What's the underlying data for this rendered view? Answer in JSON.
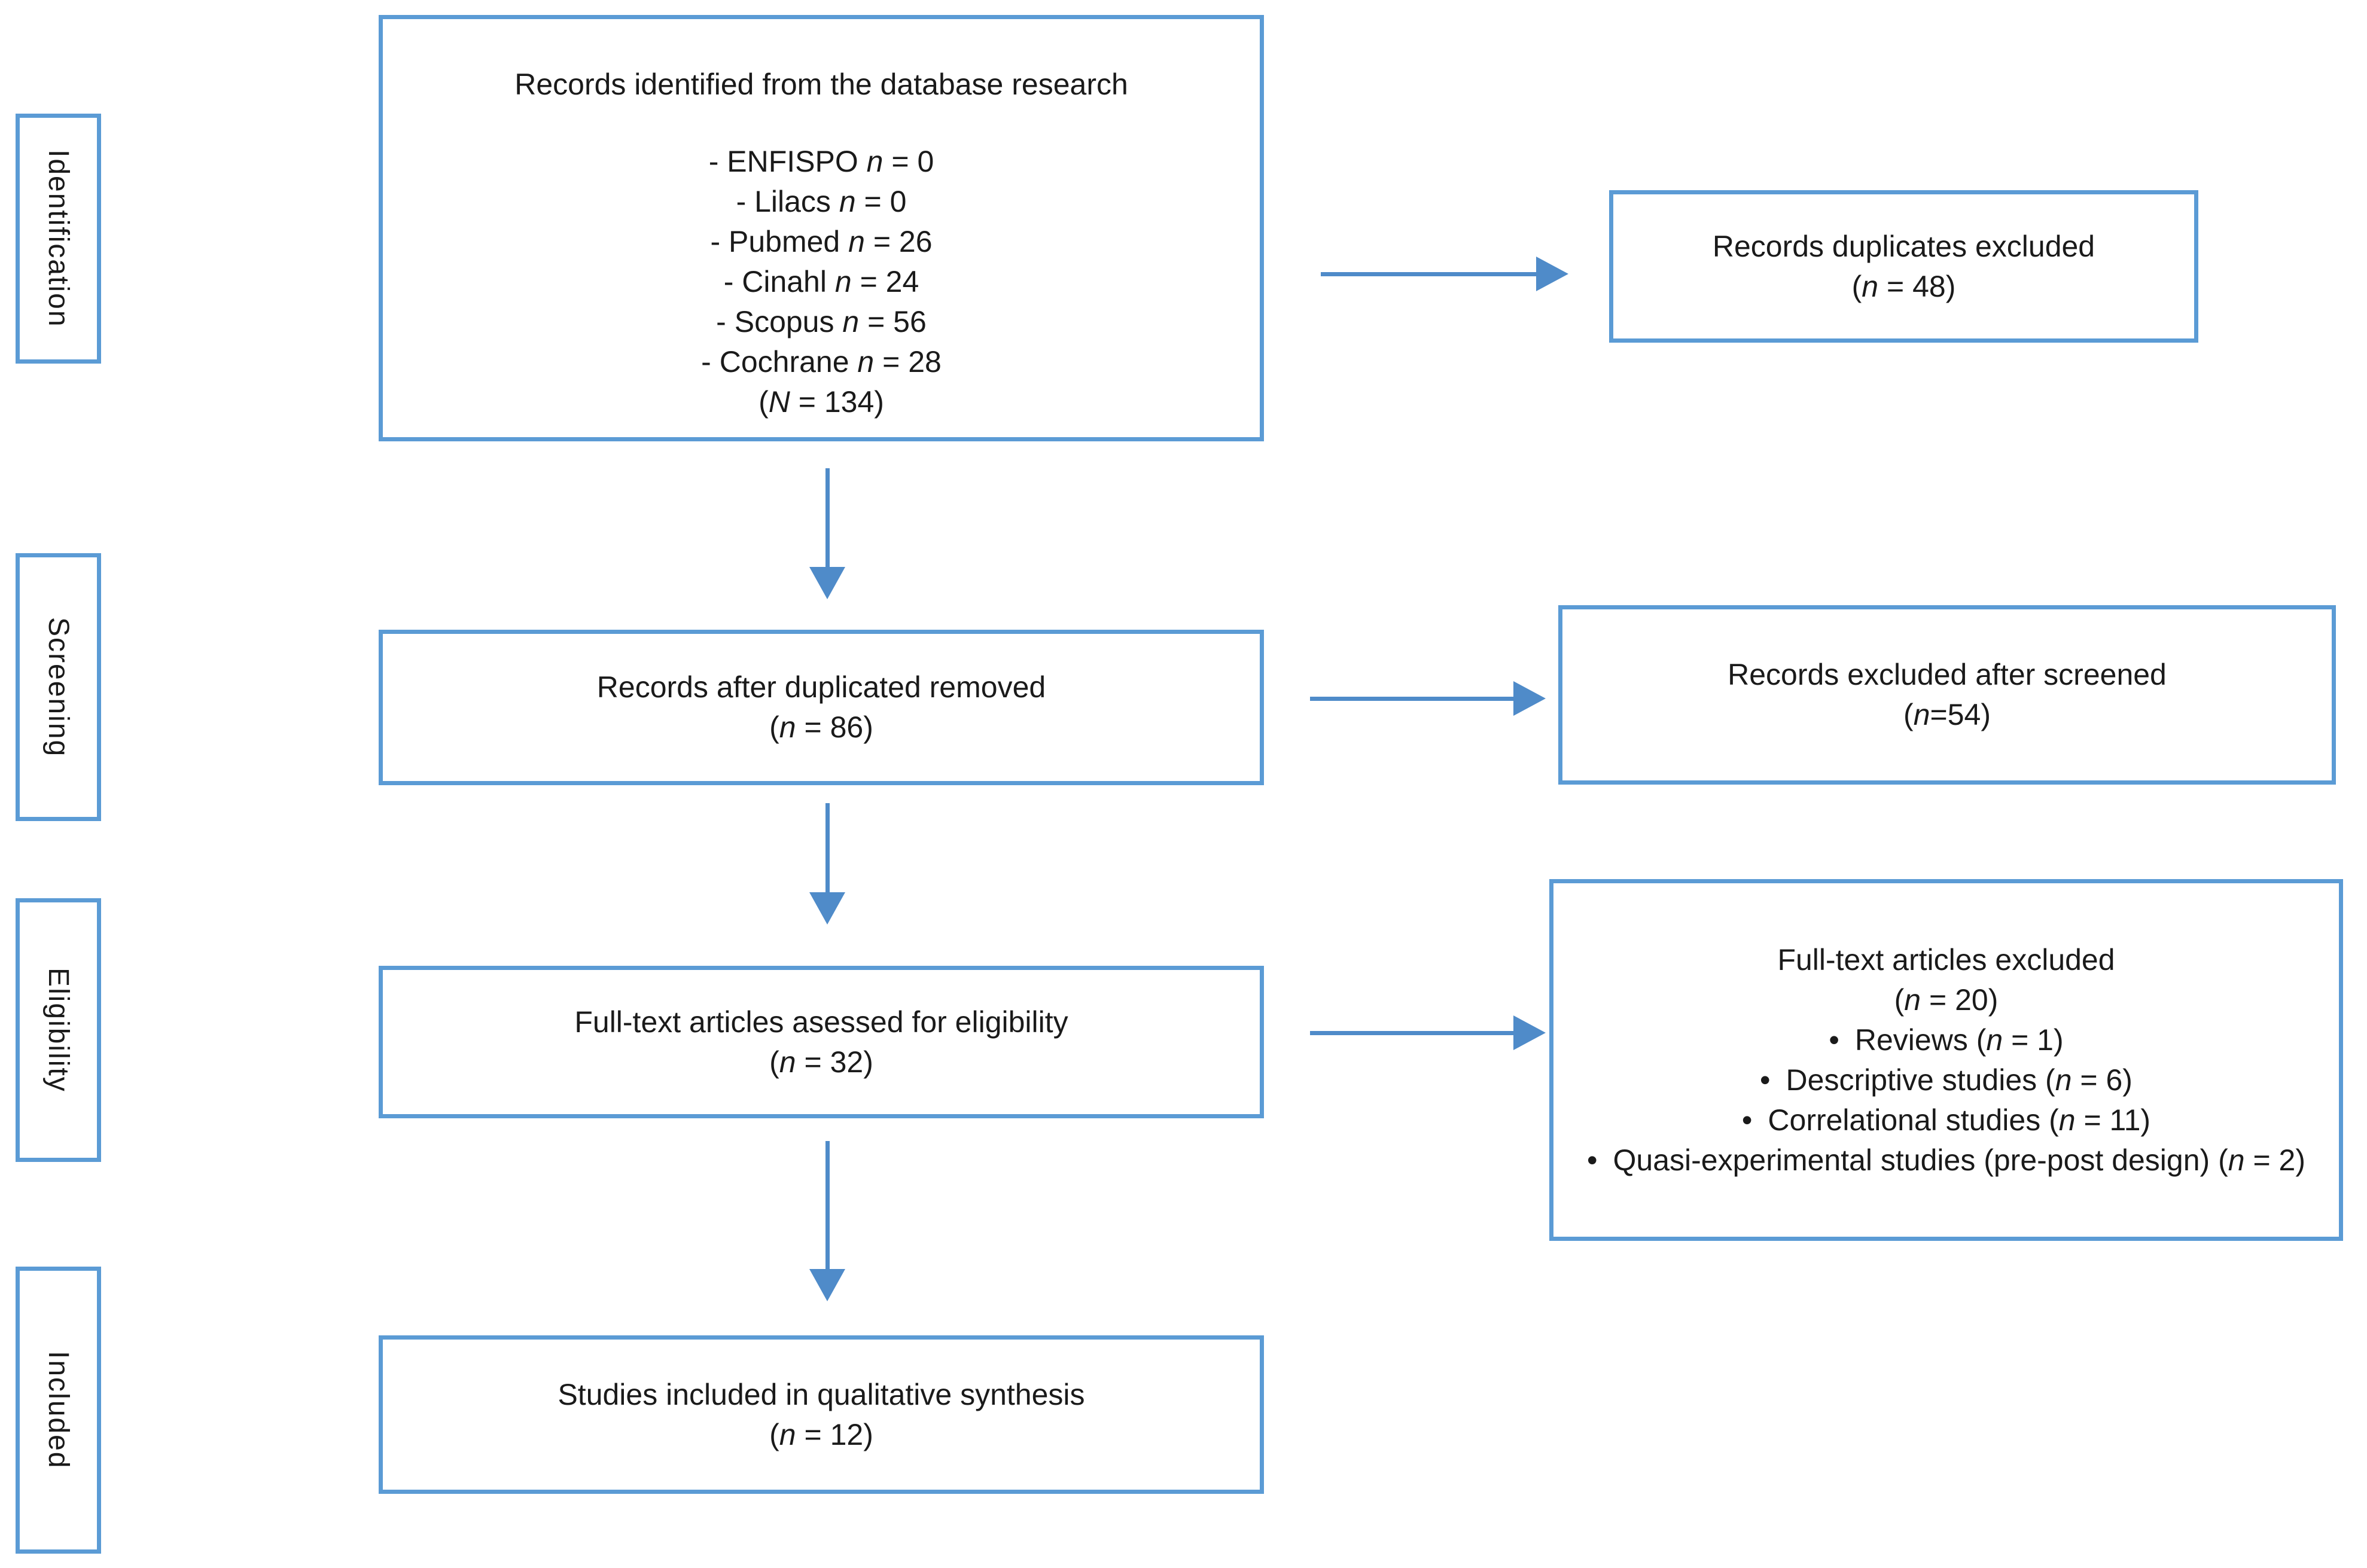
{
  "palette": {
    "box_border": "#5B9BD5",
    "arrow": "#4F8BC9",
    "text": "#1a1a1a",
    "background": "#ffffff"
  },
  "stages": {
    "identification": "Identification",
    "screening": "Screening",
    "eligibility": "Eligibility",
    "included": "Included"
  },
  "boxes": {
    "identified": {
      "title": "Records identified from the database research",
      "sources": [
        "- ENFISPO <i>n</i> = 0",
        "- Lilacs <i>n</i> = 0",
        "- Pubmed <i>n</i> = 26",
        "- Cinahl <i>n</i> = 24",
        "- Scopus <i>n</i> = 56",
        "- Cochrane <i>n</i> = 28"
      ],
      "total": "(<i>N</i> = 134)"
    },
    "duplicates_excluded": {
      "line1": "Records duplicates excluded",
      "line2": "(<i>n</i> = 48)"
    },
    "after_duplicates": {
      "line1": "Records after duplicated removed",
      "line2": "(<i>n</i> = 86)"
    },
    "excluded_screened": {
      "line1": "Records excluded after screened",
      "line2": "(<i>n</i>=54)"
    },
    "fulltext_assessed": {
      "line1": "Full-text articles asessed for eligibility",
      "line2": "(<i>n</i> = 32)"
    },
    "fulltext_excluded": {
      "title": "Full-text articles excluded",
      "count": "(<i>n</i> = 20)",
      "reasons": [
        "Reviews (<i>n</i> = 1)",
        "Descriptive studies (<i>n</i> = 6)",
        "Correlational studies (<i>n</i> = 11)",
        "Quasi-experimental studies (pre-post design) (<i>n</i> = 2)"
      ]
    },
    "included_studies": {
      "line1": "Studies included in qualitative synthesis",
      "line2": "(<i>n</i> = 12)"
    }
  }
}
